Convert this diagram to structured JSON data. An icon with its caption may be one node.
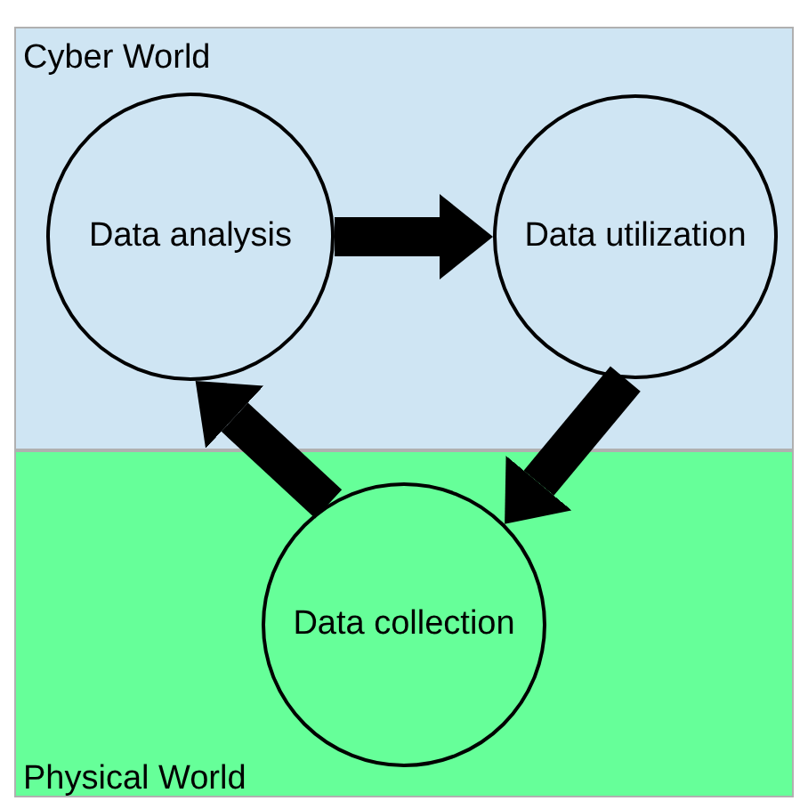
{
  "diagram": {
    "nodes": [
      {
        "text": [
          "Cyber World"
        ]
      },
      {
        "text": [
          "Data analysis"
        ],
        "in": 0
      },
      {
        "text": [
          "Data utilization"
        ],
        "in": 0
      },
      {
        "text": [
          "Physical World"
        ]
      },
      {
        "text": [
          "Data collection"
        ],
        "in": 3
      }
    ],
    "edges": [
      {
        "from": 1,
        "to": 2,
        "arrow": "to"
      },
      {
        "from": 2,
        "to": 4,
        "arrow": "to"
      },
      {
        "from": 4,
        "to": 1,
        "arrow": "to"
      }
    ]
  }
}
